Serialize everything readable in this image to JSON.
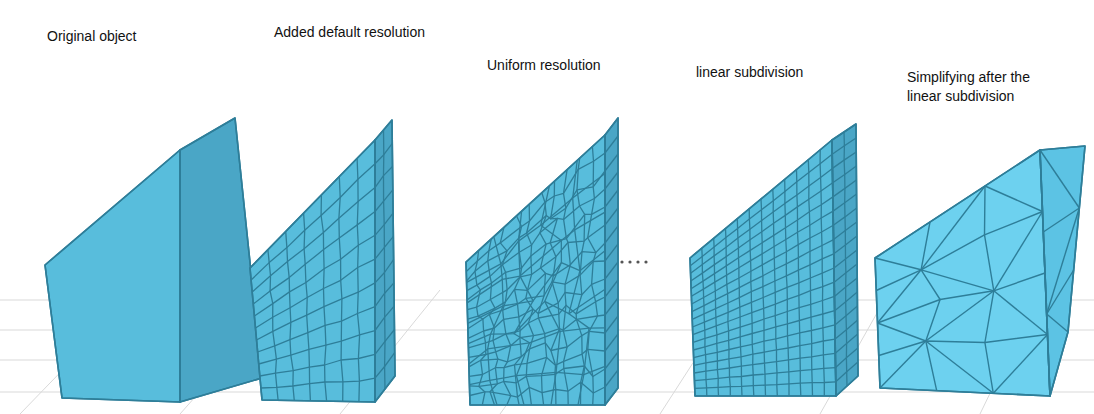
{
  "diagram": {
    "labels": [
      "Original object",
      "Added default resolution",
      "Uniform resolution",
      "linear subdivision",
      "Simplifying after the linear subdivision"
    ]
  }
}
